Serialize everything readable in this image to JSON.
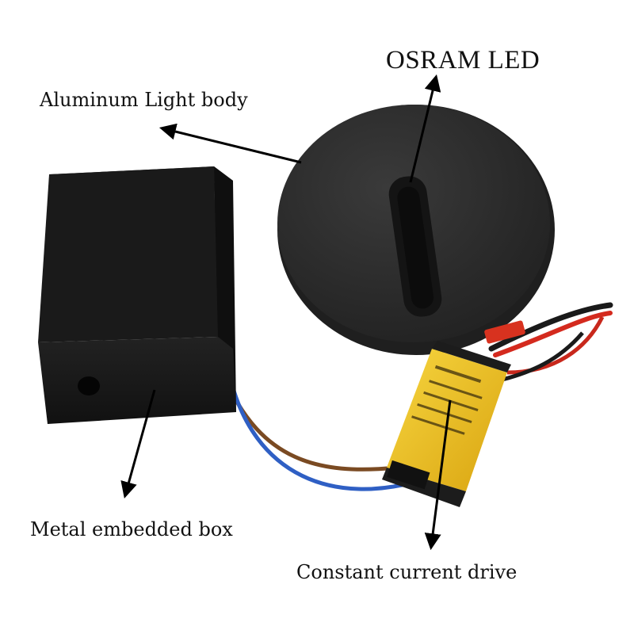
{
  "labels": {
    "osram_led": "OSRAM LED",
    "aluminum_body": "Aluminum Light body",
    "embedded_box": "Metal embedded box",
    "current_drive": "Constant current drive"
  },
  "colors": {
    "background": "#ffffff",
    "box": "#1c1c1c",
    "light_body": "#2a2a2a",
    "driver_yellow": "#f2c21a",
    "wire_red": "#d42a1e",
    "wire_black": "#1a1a1a",
    "wire_blue": "#2f5fc4",
    "wire_brown": "#7a4a22",
    "arrow": "#000000"
  }
}
